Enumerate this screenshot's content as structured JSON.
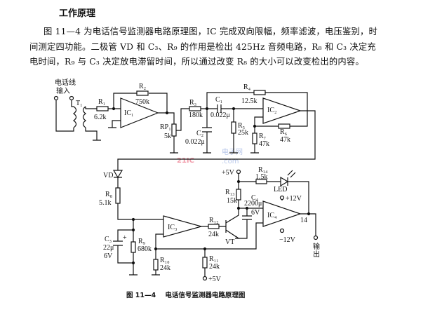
{
  "heading": "工作原理",
  "paragraph": "图 11—4 为电话信号监测器电路原理图，IC 完成双向限幅，频率滤波，电压鉴别，时间测定四功能。二极管 VD 和 C₃、R₉ 的作用是检出 425Hz 音频电路，R₈ 和 C₃ 决定充电时间，R₉ 与 C₃ 决定放电滞留时间，所以通过改变 R₈ 的大小可以改变检出的内容。",
  "diagram": {
    "input_label_1": "电话线",
    "input_label_2": "输入",
    "T1": "T₁",
    "R1": "R₁",
    "R1_val": "6.2k",
    "R2": "R₂",
    "R2_val": "750k",
    "IC1": "IC₁",
    "RP1": "RP₁",
    "RP1_val": "5k",
    "R3": "R₃",
    "R3_val": "180k",
    "C1": "C₁",
    "C1_val": "0.022μ",
    "C2": "C₂",
    "C2_val": "0.022μ",
    "R4": "R₄",
    "R4_val": "12.5k",
    "R5": "R₅",
    "R5_val": "25k",
    "IC2": "IC₂",
    "R6": "R₆",
    "R6_val": "47k",
    "R7": "R₇",
    "R7_val": "47k",
    "VD": "VD",
    "R8": "R₈",
    "R8_val": "5.1k",
    "C3": "C₃",
    "C3_val": "22μ",
    "C3_volt": "6V",
    "R9": "R₉",
    "R9_val": "680k",
    "IC3": "IC₃",
    "R10": "R₁₀",
    "R10_val": "24k",
    "R11": "R₁₁",
    "R11_val": "24k",
    "R11_supply": "+5V",
    "R12": "R₁₂",
    "R12_val": "24k",
    "VT": "VT",
    "supply_5v": "+5V",
    "R13": "R₁₃",
    "R13_val": "15k",
    "C4": "C₄",
    "C4_val": "2200μ",
    "C4_volt": "6V",
    "R14": "R₁₄",
    "R14_val": "1.5k",
    "LED": "LED",
    "IC4": "IC₄",
    "pos_supply": "+12V",
    "neg_supply": "−12V",
    "pin": "14",
    "output_1": "输",
    "output_2": "出"
  },
  "watermark": {
    "main": "21IC",
    "sub1": "电子网",
    "sub2": ".com"
  },
  "caption": "图 11—4    电话信号监测器电路原理图"
}
